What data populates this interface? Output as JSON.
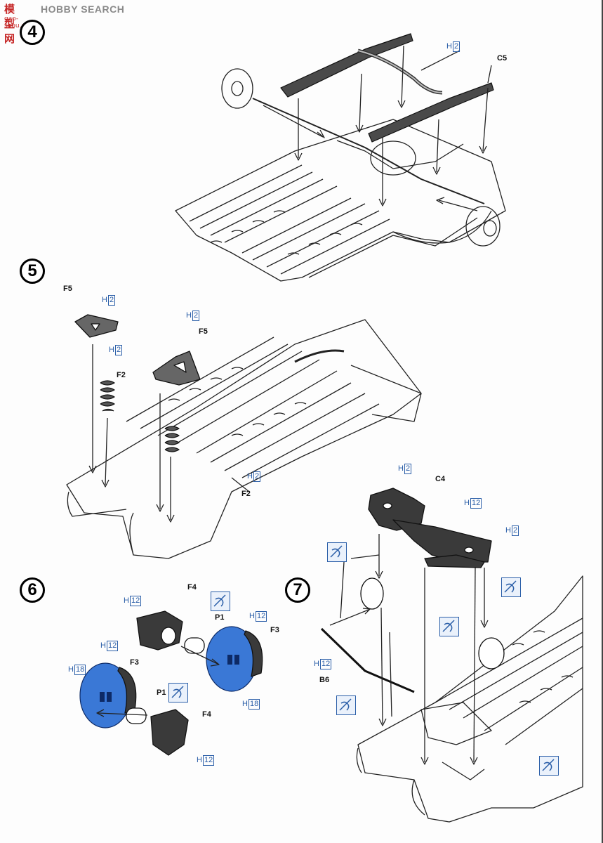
{
  "watermark": {
    "cn": "模型网",
    "brand": "HOBBY SEARCH",
    "url": "gao-shou.com"
  },
  "steps": [
    "4",
    "5",
    "6",
    "7"
  ],
  "step4": {
    "labels": {
      "h2": "H",
      "h2n": "2",
      "c5": "C5"
    }
  },
  "step5": {
    "labels": {
      "f5a": "F5",
      "h2a": "H",
      "h2an": "2",
      "h2b": "H",
      "h2bn": "2",
      "f2a": "F2",
      "h2c": "H",
      "h2cn": "2",
      "f5b": "F5",
      "h2d": "H",
      "h2dn": "2",
      "f2b": "F2"
    }
  },
  "step6": {
    "labels": {
      "h12a": "H",
      "h12an": "12",
      "f4a": "F4",
      "p1a": "P1",
      "h12b": "H",
      "h12bn": "12",
      "f3a": "F3",
      "h18a": "H",
      "h18an": "18",
      "h12c": "H",
      "h12cn": "12",
      "h18b": "H",
      "h18bn": "18",
      "f3b": "F3",
      "p1b": "P1",
      "f4b": "F4",
      "h12d": "H",
      "h12dn": "12"
    }
  },
  "step7": {
    "labels": {
      "h2a": "H",
      "h2an": "2",
      "c4": "C4",
      "h12a": "H",
      "h12an": "12",
      "h2b": "H",
      "h2bn": "2",
      "h12b": "H",
      "h12bn": "12",
      "b6": "B6"
    }
  },
  "colors": {
    "accent_blue": "#2a5ea8",
    "wheel_blue": "#3a78d6",
    "part_gray": "#3a3a3a"
  }
}
